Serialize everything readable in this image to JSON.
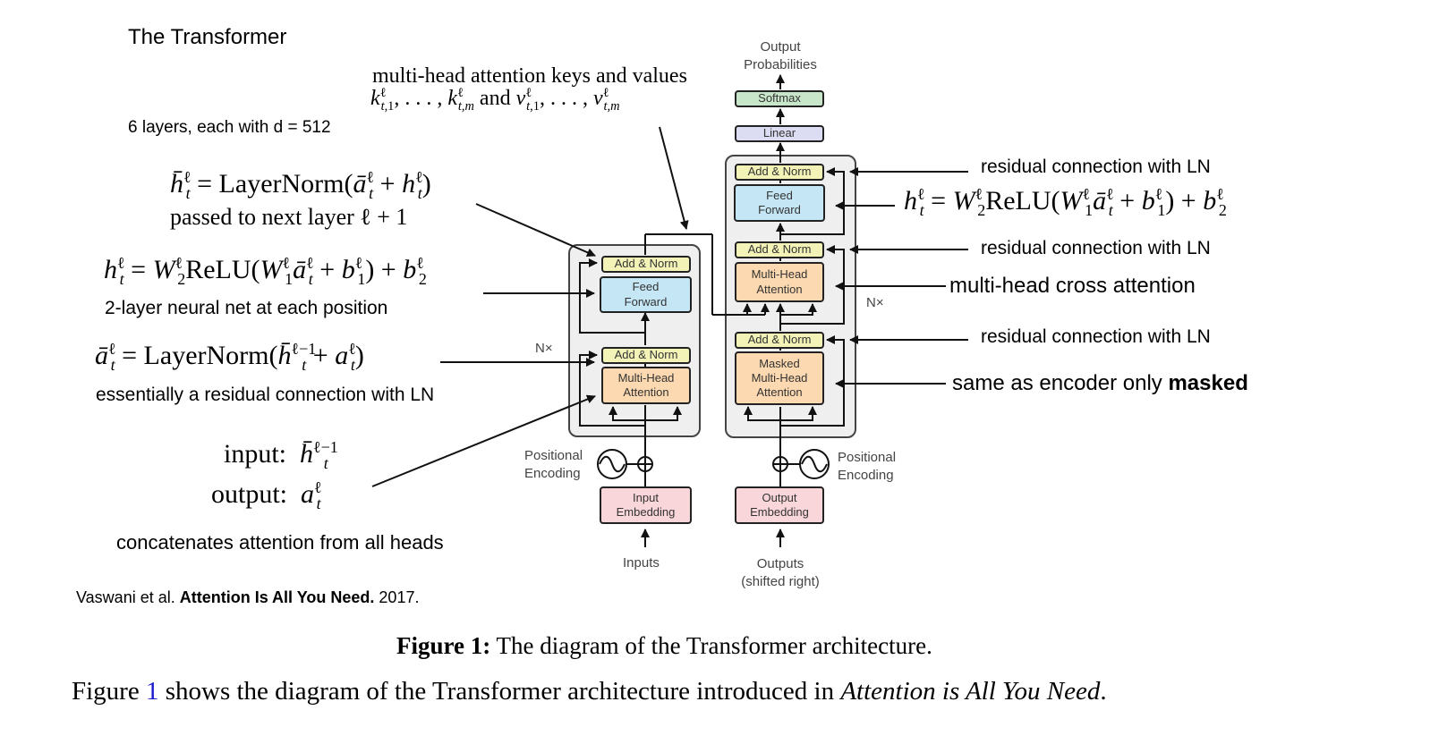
{
  "header": {
    "title": "The Transformer",
    "layers": "6 layers, each with d = 512"
  },
  "left_annotations": {
    "ln_next_formula": "h̄ₜˡ = LayerNorm(āₜˡ + hₜˡ)",
    "ln_next_note": "passed to next layer ℓ + 1",
    "ffn_formula": "hₜˡ = W₂ˡReLU(W₁ˡāₜˡ + b₁ˡ) + b₂ˡ",
    "ffn_note": "2-layer neural net at each position",
    "ln_first_formula": "āₜˡ = LayerNorm(h̄ₜˡ⁻¹ + aₜˡ)",
    "ln_first_note": "essentially a residual connection with LN",
    "input_formula": "input:  h̄ₜˡ⁻¹",
    "output_formula": "output:  aₜˡ",
    "concat_note": "concatenates attention from all heads",
    "citation_prefix": "Vaswani et al. ",
    "citation_title": "Attention Is All You Need.",
    "citation_year": " 2017."
  },
  "top_annotation": {
    "line1": "multi-head attention keys and values",
    "line2": "kₜ,₁ˡ, . . . , kₜ,ₘˡ and vₜ,₁ˡ, . . . , vₜ,ₘˡ"
  },
  "right_annotations": {
    "residual_1": "residual connection with LN",
    "ffn_formula": "hₜˡ = W₂ˡReLU(W₁ˡāₜˡ + b₁ˡ) + b₂ˡ",
    "residual_2": "residual connection with LN",
    "cross_attention": "multi-head cross attention",
    "residual_3": "residual connection with LN",
    "masked_prefix": "same as encoder only ",
    "masked_bold": "masked"
  },
  "diagram": {
    "output_probabilities": "Output\nProbabilities",
    "softmax": "Softmax",
    "linear": "Linear",
    "add_norm": "Add & Norm",
    "feed_forward": "Feed\nForward",
    "multi_head_attention": "Multi-Head\nAttention",
    "masked_multi_head_attention": "Masked\nMulti-Head\nAttention",
    "input_embedding": "Input\nEmbedding",
    "output_embedding": "Output\nEmbedding",
    "positional_encoding": "Positional\nEncoding",
    "inputs": "Inputs",
    "outputs": "Outputs\n(shifted right)",
    "nx": "N×"
  },
  "caption": {
    "label": "Figure 1:",
    "text": " The diagram of the Transformer architecture."
  },
  "body_text": {
    "prefix": "Figure ",
    "ref": "1",
    "middle": " shows the diagram of the Transformer architecture introduced in ",
    "italic": "Attention is All You Need",
    "suffix": "."
  },
  "colors": {
    "add_norm": "#f3f3b8",
    "feed_forward": "#c4e6f5",
    "attention": "#fcd9b0",
    "embedding": "#f9d6d9",
    "linear": "#dcdcf2",
    "softmax": "#c8e6c9",
    "link": "#1a1acc"
  }
}
